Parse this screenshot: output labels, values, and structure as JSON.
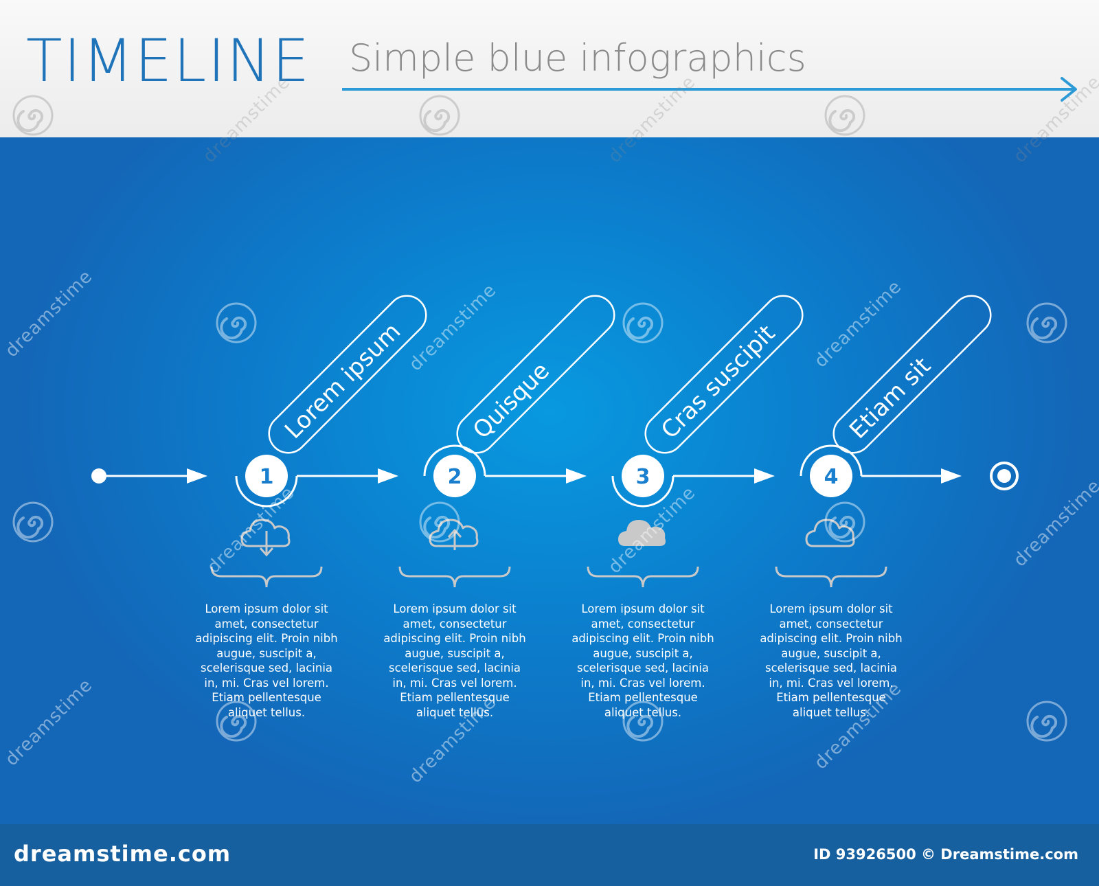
{
  "header": {
    "title": "TIMELINE",
    "subtitle": "Simple blue infographics"
  },
  "colors": {
    "title_blue": "#1e73b9",
    "subtitle_gray": "#8a8a8a",
    "accent_arrow": "#2c9ad6",
    "background_blue": "#0c7ccb",
    "footer_blue": "#16609f",
    "line_white": "#ffffff",
    "icon_gray": "#c9c9c9"
  },
  "steps": [
    {
      "number": "1",
      "label": "Lorem ipsum",
      "icon": "cloud-download-icon",
      "description": [
        "Lorem ipsum dolor sit",
        "amet, consectetur",
        "adipiscing elit. Proin nibh",
        "augue, suscipit a,",
        "scelerisque sed, lacinia",
        "in, mi. Cras vel lorem.",
        "Etiam pellentesque",
        "aliquet tellus."
      ]
    },
    {
      "number": "2",
      "label": "Quisque",
      "icon": "cloud-upload-icon",
      "description": [
        "Lorem ipsum dolor sit",
        "amet, consectetur",
        "adipiscing elit. Proin nibh",
        "augue, suscipit a,",
        "scelerisque sed, lacinia",
        "in, mi. Cras vel lorem.",
        "Etiam pellentesque",
        "aliquet tellus."
      ]
    },
    {
      "number": "3",
      "label": "Cras suscipit",
      "icon": "cloud-filled-icon",
      "description": [
        "Lorem ipsum dolor sit",
        "amet, consectetur",
        "adipiscing elit. Proin nibh",
        "augue, suscipit a,",
        "scelerisque sed, lacinia",
        "in, mi. Cras vel lorem.",
        "Etiam pellentesque",
        "aliquet tellus."
      ]
    },
    {
      "number": "4",
      "label": "Etiam sit",
      "icon": "cloud-outline-icon",
      "description": [
        "Lorem ipsum dolor sit",
        "amet, consectetur",
        "adipiscing elit. Proin nibh",
        "augue, suscipit a,",
        "scelerisque sed, lacinia",
        "in, mi. Cras vel lorem.",
        "Etiam pellentesque",
        "aliquet tellus."
      ]
    }
  ],
  "watermark": {
    "text": "dreamstime",
    "icon": "spiral-logo-icon"
  },
  "footer": {
    "logo_text": "dreamstime.com",
    "image_id": "ID 93926500 © Dreamstime.com"
  }
}
